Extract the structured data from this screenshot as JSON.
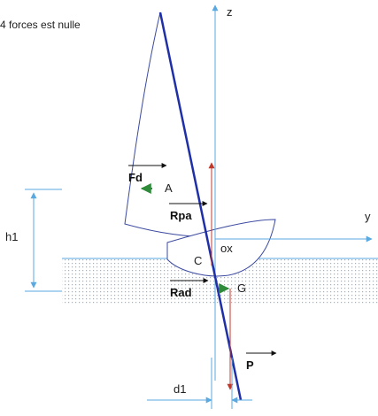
{
  "caption": "4 forces est nulle",
  "axes": {
    "z": "z",
    "y": "y",
    "origin": "ox"
  },
  "forces": {
    "fd": "Fd",
    "rpa": "Rpa",
    "rad": "Rad",
    "p": "P"
  },
  "points": {
    "a": "A",
    "c": "C",
    "g": "G"
  },
  "dimensions": {
    "h1": "h1",
    "d1": "d1"
  },
  "colors": {
    "axis": "#5aa9e0",
    "mast": "#1f2fa8",
    "hull": "#3c4aa0",
    "weight_vector": "#c0392b",
    "small_vector": "#2e8b3a",
    "water_dots": "#8fb6cf"
  }
}
